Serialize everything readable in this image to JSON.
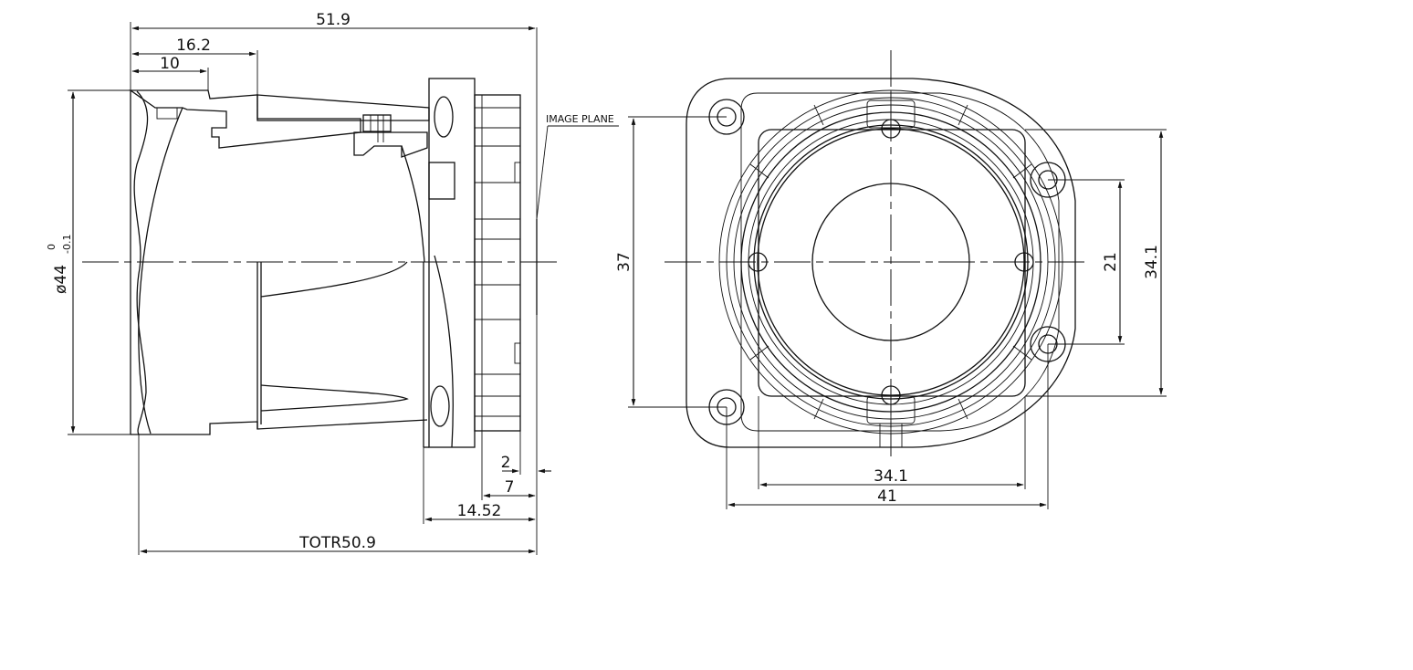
{
  "side_view": {
    "dimensions": {
      "overall_length": "51.9",
      "flange_to_front": "16.2",
      "front_step": "10",
      "diameter_main": "ø44",
      "diameter_upper_tol": "0",
      "diameter_lower_tol": "-0.1",
      "back_focus_small": "2",
      "back_focus_mid": "7",
      "mount_depth": "14.52",
      "totr": "TOTR50.9"
    },
    "labels": {
      "image_plane": "IMAGE PLANE"
    }
  },
  "front_view": {
    "dimensions": {
      "hole_vertical_pitch": "37",
      "inner_width": "34.1",
      "hole_horizontal_pitch": "41",
      "side_hole_pitch": "21",
      "outer_height": "34.1"
    }
  }
}
